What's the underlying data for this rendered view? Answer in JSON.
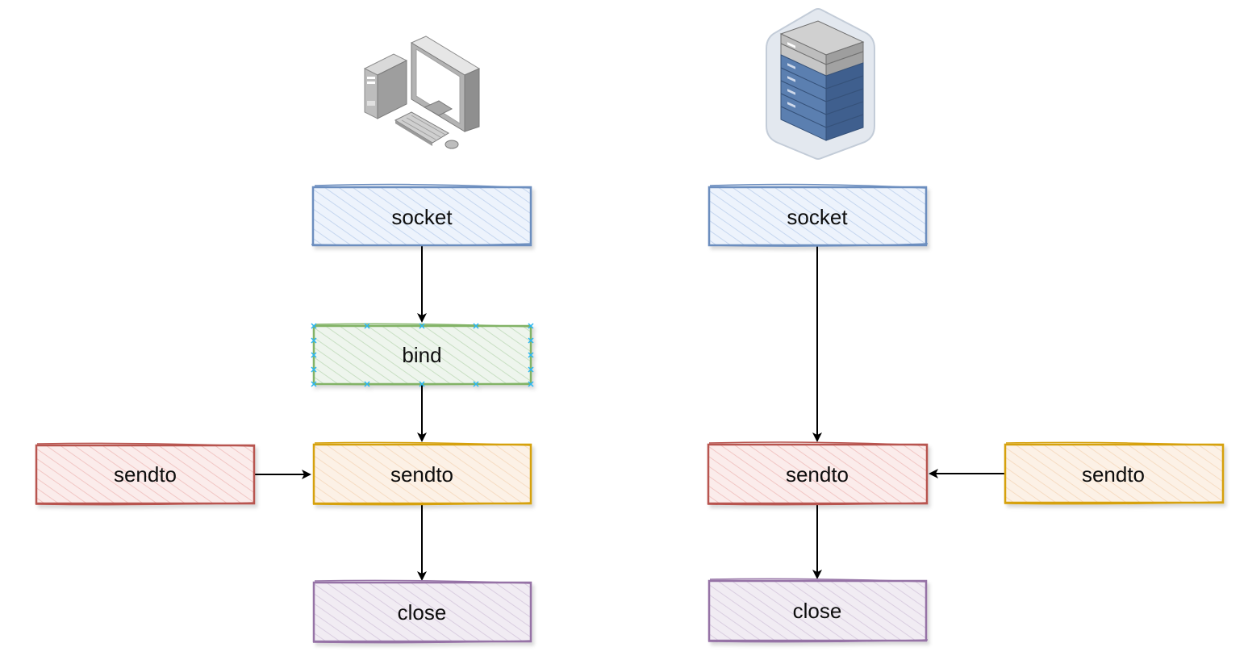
{
  "diagram": {
    "client": {
      "icon": "desktop-computer-icon",
      "socket": "socket",
      "bind": "bind",
      "sendto": "sendto",
      "peer_sendto": "sendto",
      "close": "close"
    },
    "server": {
      "icon": "server-rack-icon",
      "socket": "socket",
      "sendto": "sendto",
      "peer_sendto": "sendto",
      "close": "close"
    }
  },
  "colors": {
    "blue_stroke": "#6c8ebf",
    "blue_fill": "#dae8fc",
    "green_stroke": "#82b366",
    "green_fill": "#d5e8d4",
    "orange_stroke": "#d6a10c",
    "orange_fill": "#ffe6cc",
    "red_stroke": "#b85450",
    "red_fill": "#f8cecc",
    "purple_stroke": "#9673a6",
    "purple_fill": "#e1d5e7",
    "selection_handle": "#29b6f2"
  }
}
